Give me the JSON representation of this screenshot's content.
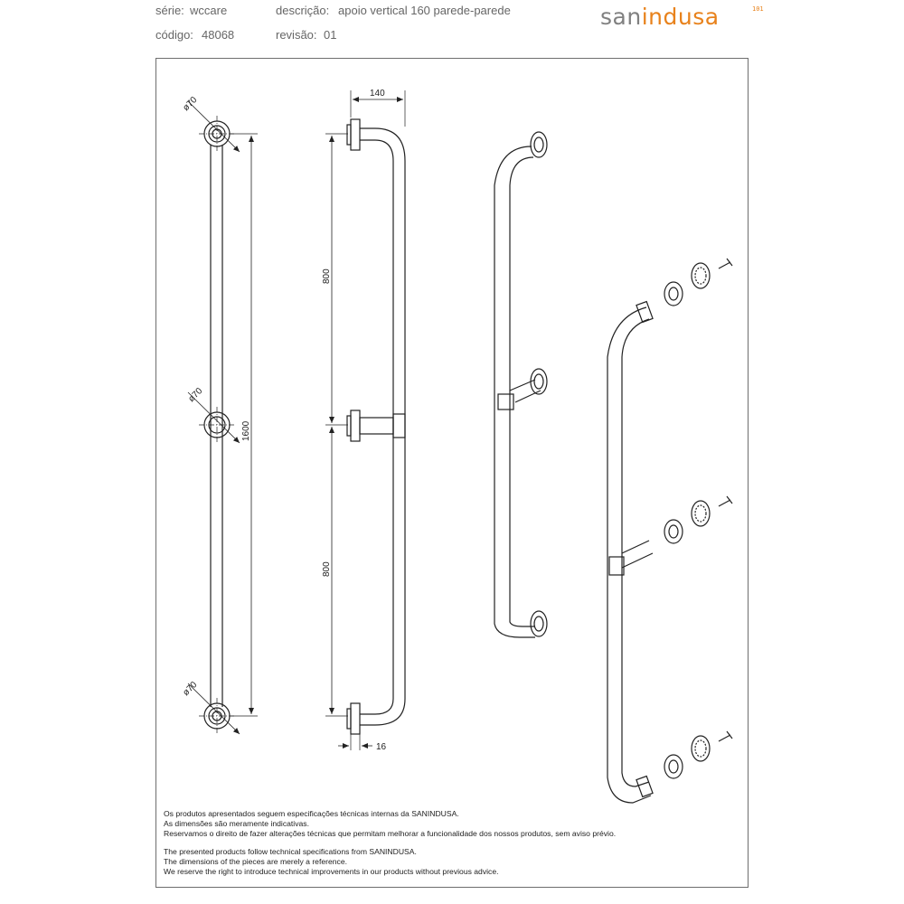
{
  "header": {
    "serie_label": "série:",
    "serie_value": "wccare",
    "codigo_label": "código:",
    "codigo_value": "48068",
    "descricao_label": "descrição:",
    "descricao_value": "apoio vertical 160 parede-parede",
    "revisao_label": "revisão:",
    "revisao_value": "01"
  },
  "logo": {
    "part1": "san",
    "part2": "indusa",
    "mark": "101",
    "colors": {
      "gray": "#808080",
      "orange": "#e8821c"
    }
  },
  "dimensions": {
    "diameter_top": "ø70",
    "diameter_middle": "ø70",
    "diameter_bottom": "ø70",
    "overall_height": "1600",
    "upper_span": "800",
    "lower_span": "800",
    "projection": "140",
    "flange_thickness": "16"
  },
  "notes": {
    "pt_line1": "Os produtos apresentados seguem especificações técnicas internas da SANINDUSA.",
    "pt_line2": "As dimensões são meramente indicativas.",
    "pt_line3": "Reservamos o direito de fazer alterações técnicas que permitam melhorar a funcionalidade dos nossos produtos, sem aviso prévio.",
    "en_line1": "The presented products follow technical specifications from SANINDUSA.",
    "en_line2": "The dimensions of the pieces are merely a reference.",
    "en_line3": "We reserve the right to introduce technical improvements in our products without previous advice."
  }
}
